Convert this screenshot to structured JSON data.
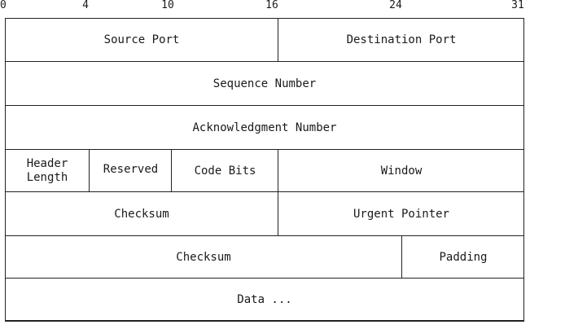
{
  "bit_positions": [
    "0",
    "4",
    "10",
    "16",
    "24",
    "31"
  ],
  "rows": [
    [
      "Source Port",
      "Destination Port"
    ],
    [
      "Sequence Number"
    ],
    [
      "Acknowledgment Number"
    ],
    [
      "Header\nLength",
      "Reserved",
      "Code Bits",
      "Window"
    ],
    [
      "Checksum",
      "Urgent Pointer"
    ],
    [
      "Checksum",
      "Padding"
    ],
    [
      "Data ..."
    ]
  ]
}
